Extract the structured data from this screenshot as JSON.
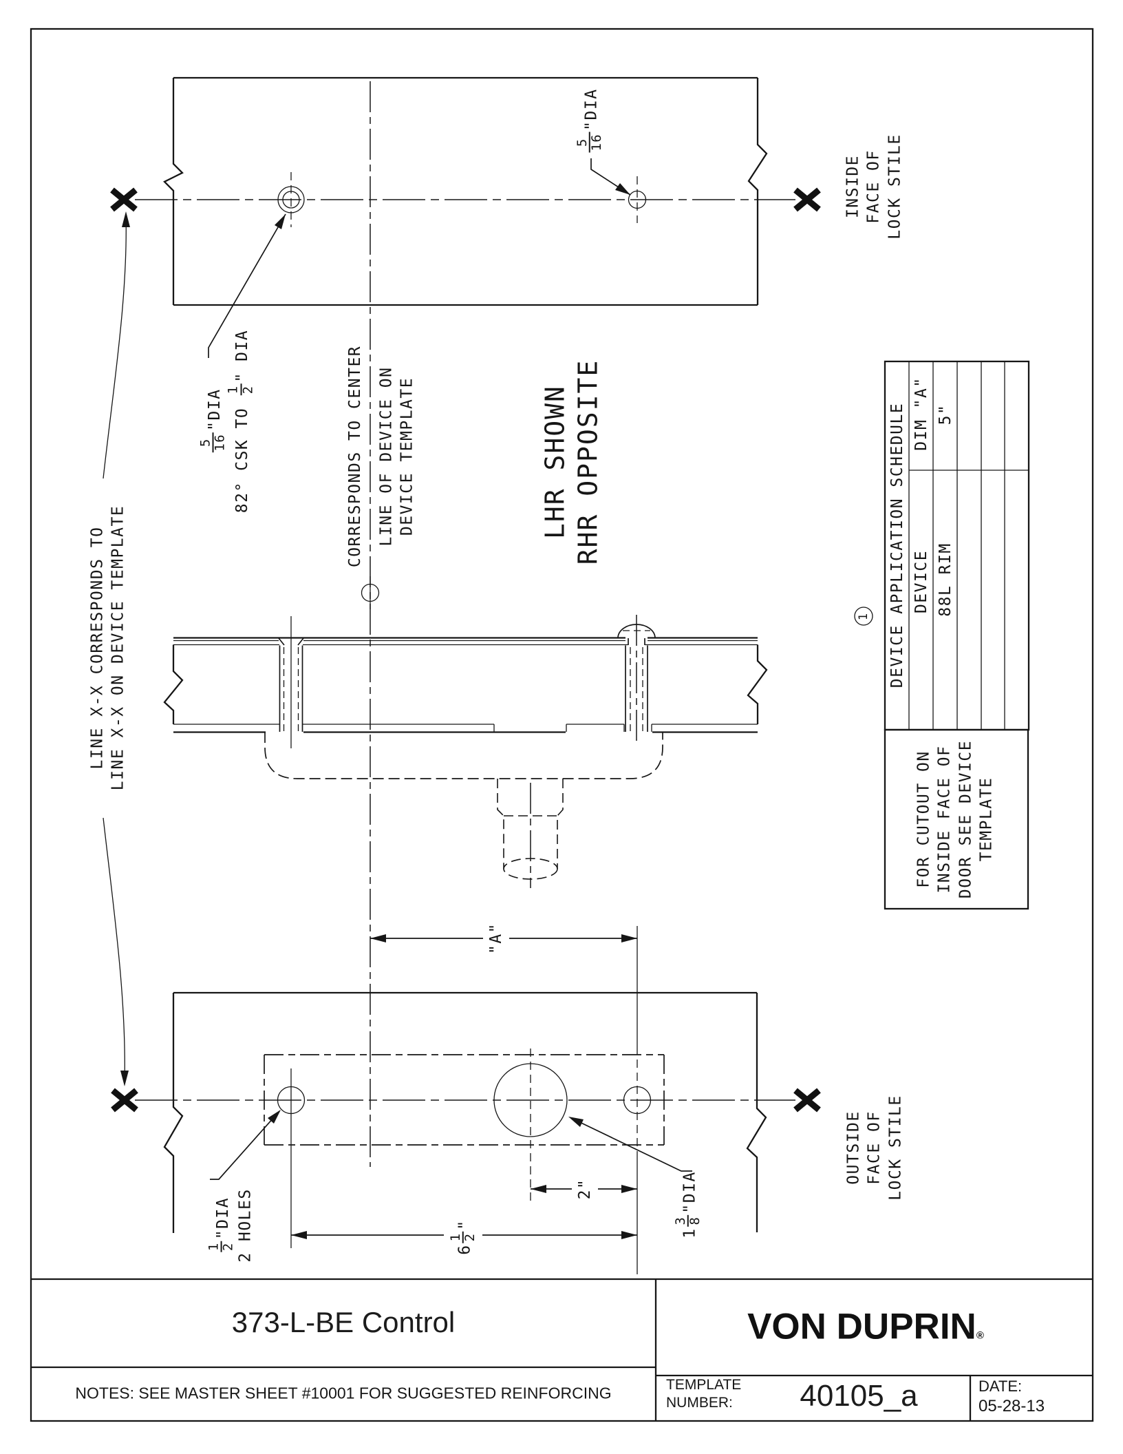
{
  "title_block": {
    "drawing_title": "373-L-BE Control",
    "notes": "NOTES: SEE MASTER SHEET #10001 FOR SUGGESTED REINFORCING",
    "brand": "VON DUPRIN",
    "registered": "®",
    "template_label_1": "TEMPLATE",
    "template_label_2": "NUMBER:",
    "template_number": "40105_a",
    "date_label": "DATE:",
    "date_value": "05-28-13"
  },
  "views": {
    "inside_face_label": [
      "INSIDE",
      "FACE OF",
      "LOCK STILE"
    ],
    "outside_face_label": [
      "OUTSIDE",
      "FACE OF",
      "LOCK STILE"
    ],
    "hand_note": [
      "LHR SHOWN",
      "RHR OPPOSITE"
    ],
    "line_xx_note": [
      "LINE X-X CORRESPONDS TO",
      "LINE X-X ON DEVICE TEMPLATE"
    ],
    "centerline_note_1": "CORRESPONDS TO CENTER",
    "centerline_note_2": [
      "LINE OF DEVICE ON",
      "DEVICE TEMPLATE"
    ]
  },
  "callouts": {
    "hole_516": {
      "num": "5",
      "den": "16",
      "suffix": "\"DIA"
    },
    "csk_line1": {
      "num": "5",
      "den": "16",
      "suffix": "\"DIA"
    },
    "csk_line2_pre": "82° CSK TO ",
    "csk_line2": {
      "num": "1",
      "den": "2",
      "suffix": "\" DIA"
    },
    "half_line1": {
      "num": "1",
      "den": "2",
      "suffix": "\"DIA"
    },
    "half_line2": "2 HOLES",
    "big_hole": {
      "pre": "1",
      "num": "3",
      "den": "8",
      "suffix": "\"DIA"
    }
  },
  "dimensions": {
    "dim_a": "\"A\"",
    "dim_2": "2\"",
    "dim_65": {
      "pre": "6",
      "num": "1",
      "den": "2",
      "suffix": "\""
    }
  },
  "schedule": {
    "title": "DEVICE APPLICATION SCHEDULE",
    "device_header": "DEVICE",
    "dim_header": "DIM \"A\"",
    "rows": [
      {
        "device": "88L RIM",
        "dim": "5\""
      }
    ],
    "marker": "1",
    "cutout_note": [
      "FOR CUTOUT ON",
      "INSIDE FACE OF",
      "DOOR SEE DEVICE",
      "TEMPLATE"
    ]
  }
}
